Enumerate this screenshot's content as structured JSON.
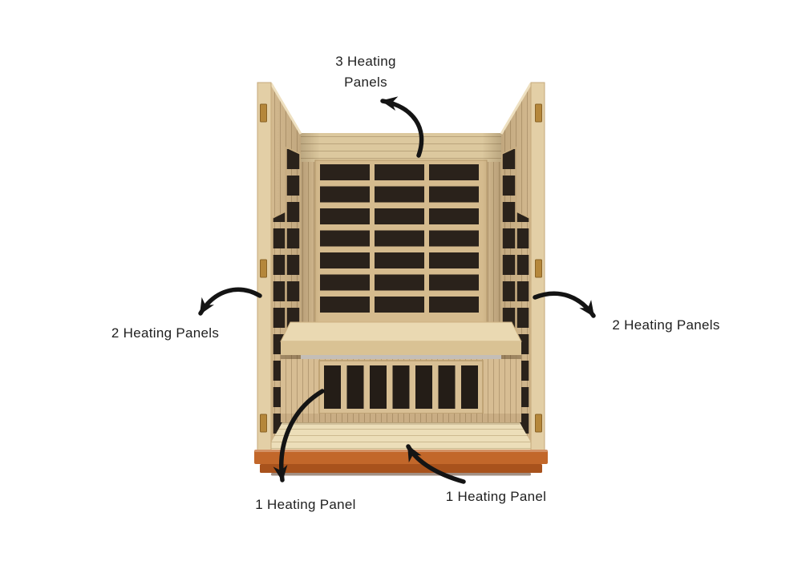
{
  "diagram": {
    "labels": {
      "back_wall": {
        "line1": "3 Heating",
        "line2": "Panels",
        "target": "back-wall"
      },
      "left_wall": {
        "text": "2 Heating Panels",
        "target": "left-wall"
      },
      "right_wall": {
        "text": "2 Heating Panels",
        "target": "right-wall"
      },
      "under_bench": {
        "text": "1 Heating Panel",
        "target": "under-bench-front-panel"
      },
      "floor": {
        "text": "1 Heating Panel",
        "target": "floor"
      }
    },
    "panel_counts": {
      "back_wall": 3,
      "left_wall": 2,
      "right_wall": 2,
      "under_bench": 1,
      "floor": 1
    }
  },
  "colors": {
    "background": "#ffffff",
    "text": "#1f1f1f",
    "arrow": "#141414",
    "wood_light": "#e3cfa6",
    "wood_mid": "#d7bd93",
    "wood_frame": "#d5bb8e",
    "panel_dark": "#2a221b",
    "bench_top": "#ead9b2",
    "floor_wood": "#ecdeb9",
    "base_top": "#c2672a",
    "base_bottom": "#a8521c",
    "hinge": "#b5873b"
  }
}
